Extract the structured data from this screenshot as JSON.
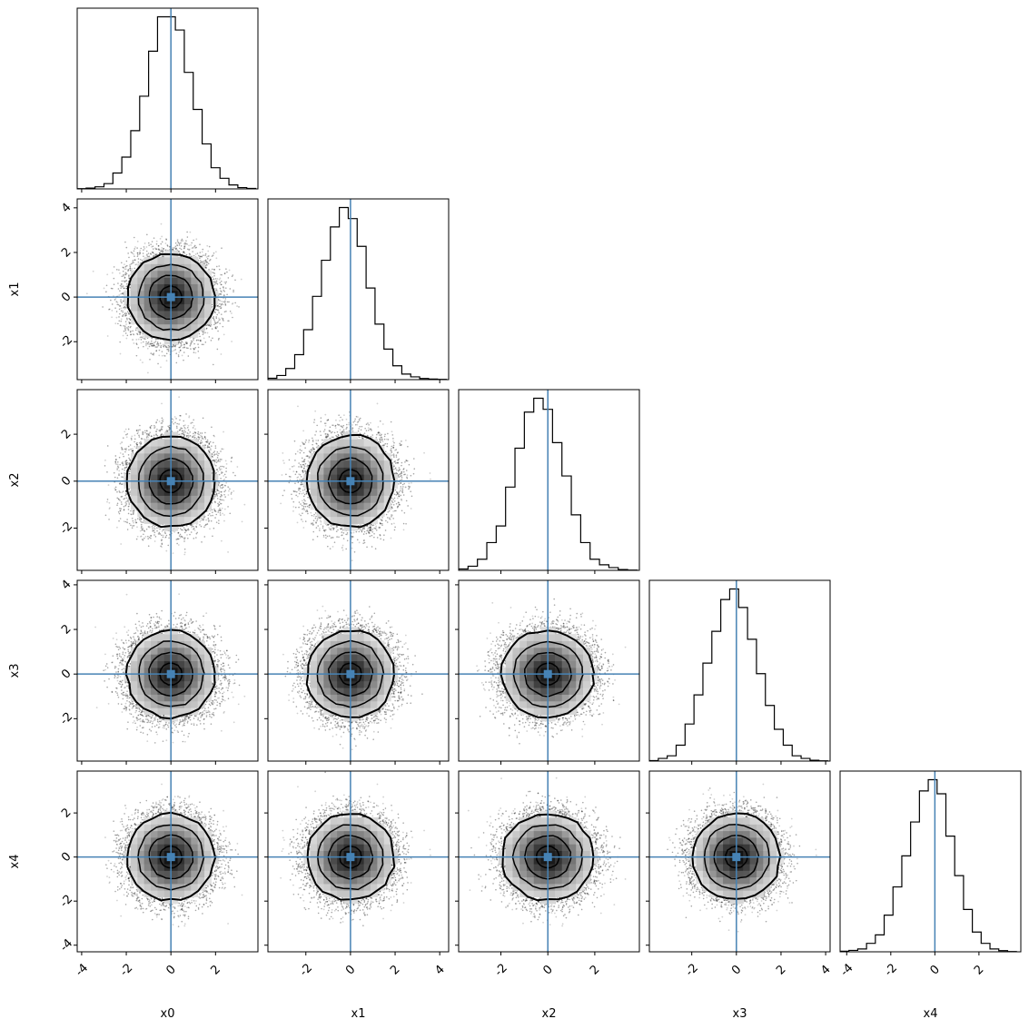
{
  "chart_data": {
    "type": "corner",
    "variables": [
      "x0",
      "x1",
      "x2",
      "x3",
      "x4"
    ],
    "truths": [
      0,
      0,
      0,
      0,
      0
    ],
    "truth_color": "#4682b4",
    "contour_levels_sigma": [
      0.5,
      1.0,
      1.5,
      2.0
    ],
    "axis_ranges": [
      [
        -4.2,
        3.9
      ],
      [
        -3.7,
        4.4
      ],
      [
        -3.8,
        3.9
      ],
      [
        -3.9,
        4.2
      ],
      [
        -4.3,
        3.9
      ]
    ],
    "ticks": [
      [
        -4,
        -2,
        0,
        2
      ],
      [
        -2,
        0,
        2,
        4
      ],
      [
        -2,
        0,
        2
      ],
      [
        -2,
        0,
        2,
        4
      ],
      [
        -4,
        -2,
        0,
        2
      ]
    ],
    "histograms": [
      {
        "variable": "x0",
        "bin_edges": [
          -4.2,
          -3.8,
          -3.4,
          -3.0,
          -2.6,
          -2.2,
          -1.8,
          -1.4,
          -1.0,
          -0.6,
          -0.2,
          0.2,
          0.6,
          1.0,
          1.4,
          1.8,
          2.2,
          2.6,
          3.0,
          3.4,
          3.8
        ],
        "counts": [
          0.1,
          0.3,
          0.8,
          2,
          6,
          12,
          22,
          35,
          52,
          65,
          65,
          60,
          44,
          30,
          17,
          8,
          4,
          1.5,
          0.5,
          0.2
        ]
      },
      {
        "variable": "x1",
        "bin_edges": [
          -3.7,
          -3.3,
          -2.9,
          -2.5,
          -2.1,
          -1.7,
          -1.3,
          -0.9,
          -0.5,
          -0.1,
          0.3,
          0.7,
          1.1,
          1.5,
          1.9,
          2.3,
          2.7,
          3.1,
          3.5,
          3.9,
          4.3
        ],
        "counts": [
          0.5,
          1.5,
          4,
          9,
          18,
          30,
          43,
          55,
          62,
          58,
          48,
          33,
          20,
          11,
          5,
          2,
          1,
          0.4,
          0.2,
          0.1
        ]
      },
      {
        "variable": "x2",
        "bin_edges": [
          -3.8,
          -3.4,
          -3.0,
          -2.6,
          -2.2,
          -1.8,
          -1.4,
          -1.0,
          -0.6,
          -0.2,
          0.2,
          0.6,
          1.0,
          1.4,
          1.8,
          2.2,
          2.6,
          3.0,
          3.4,
          3.8
        ],
        "counts": [
          0.5,
          1.5,
          4,
          10,
          16,
          30,
          44,
          57,
          62,
          58,
          46,
          34,
          20,
          10,
          4,
          2,
          1,
          0.3,
          0.1
        ]
      },
      {
        "variable": "x3",
        "bin_edges": [
          -3.9,
          -3.5,
          -3.1,
          -2.7,
          -2.3,
          -1.9,
          -1.5,
          -1.1,
          -0.7,
          -0.3,
          0.1,
          0.5,
          0.9,
          1.3,
          1.7,
          2.1,
          2.5,
          2.9,
          3.3,
          3.7,
          4.1
        ],
        "counts": [
          0.2,
          1,
          2,
          6,
          14,
          25,
          37,
          49,
          61,
          65,
          58,
          46,
          33,
          21,
          12,
          6,
          2,
          1,
          0.3,
          0.1
        ]
      },
      {
        "variable": "x4",
        "bin_edges": [
          -4.3,
          -3.9,
          -3.5,
          -3.1,
          -2.7,
          -2.3,
          -1.9,
          -1.5,
          -1.1,
          -0.7,
          -0.3,
          0.1,
          0.5,
          0.9,
          1.3,
          1.7,
          2.1,
          2.5,
          2.9,
          3.3,
          3.7
        ],
        "counts": [
          0.2,
          0.5,
          1,
          3,
          6,
          13,
          23,
          34,
          46,
          57,
          61,
          56,
          41,
          27,
          15,
          7,
          3,
          1,
          0.4,
          0.1
        ]
      }
    ]
  }
}
